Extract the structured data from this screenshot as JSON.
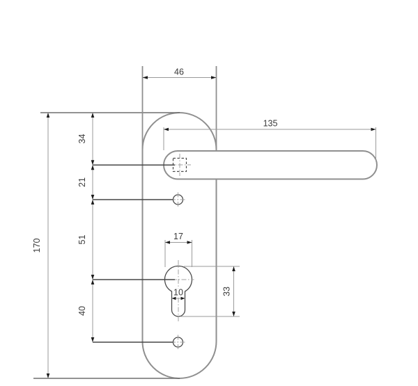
{
  "drawing": {
    "type": "technical-dimension-drawing",
    "subject": "door lever handle on oval backplate",
    "line_color": "#8f8f8f",
    "feature_line_color": "#4a4a4a",
    "dimensions": {
      "plate_width": "46",
      "handle_length": "135",
      "plate_top_to_handle_axis": "34",
      "handle_axis_to_top_screw": "21",
      "top_screw_to_cylinder": "51",
      "cylinder_to_bottom_screw": "40",
      "plate_height": "170",
      "cylinder_diameter": "17",
      "keyway_width": "10",
      "cylinder_profile_height": "33"
    }
  }
}
